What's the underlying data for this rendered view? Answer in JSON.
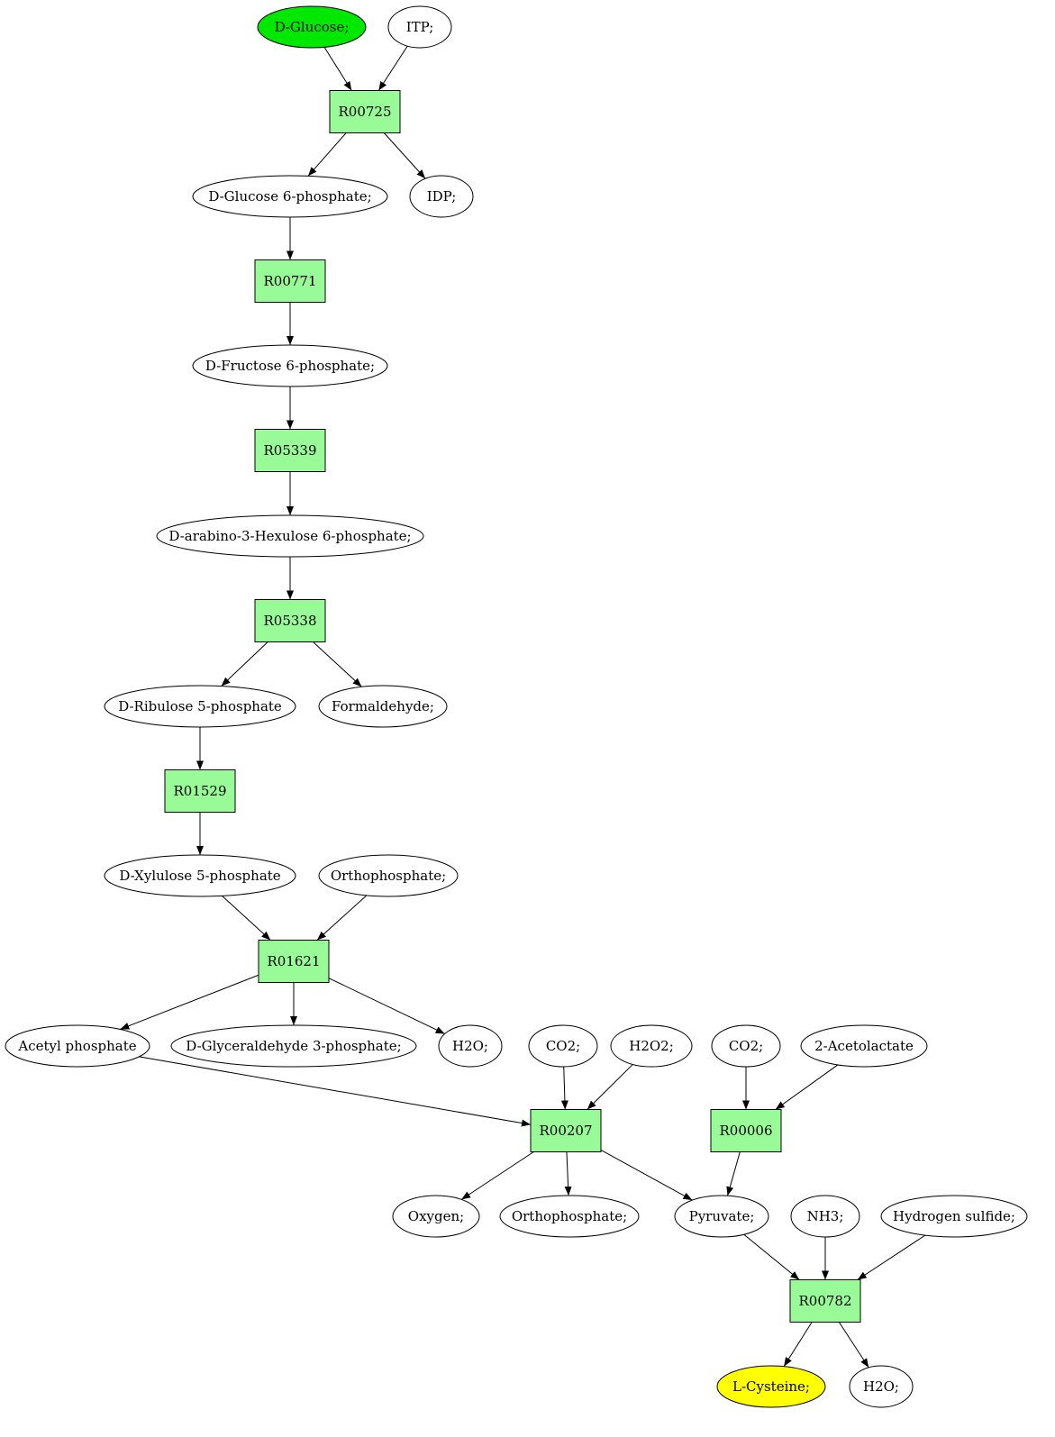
{
  "colors": {
    "compound_fill": "#ffffff",
    "start_fill": "#00e800",
    "target_fill": "#ffff00",
    "reaction_fill": "#98fb98",
    "stroke": "#000000"
  },
  "nodes": [
    {
      "id": "glucose",
      "label": "D-Glucose;",
      "kind": "start"
    },
    {
      "id": "itp",
      "label": "ITP;",
      "kind": "compound"
    },
    {
      "id": "r00725",
      "label": "R00725",
      "kind": "reaction"
    },
    {
      "id": "g6p",
      "label": "D-Glucose 6-phosphate;",
      "kind": "compound"
    },
    {
      "id": "idp",
      "label": "IDP;",
      "kind": "compound"
    },
    {
      "id": "r00771",
      "label": "R00771",
      "kind": "reaction"
    },
    {
      "id": "f6p",
      "label": "D-Fructose 6-phosphate;",
      "kind": "compound"
    },
    {
      "id": "r05339",
      "label": "R05339",
      "kind": "reaction"
    },
    {
      "id": "hex6p",
      "label": "D-arabino-3-Hexulose 6-phosphate;",
      "kind": "compound"
    },
    {
      "id": "r05338",
      "label": "R05338",
      "kind": "reaction"
    },
    {
      "id": "ribulose5p",
      "label": "D-Ribulose 5-phosphate",
      "kind": "compound"
    },
    {
      "id": "formaldehyde",
      "label": "Formaldehyde;",
      "kind": "compound"
    },
    {
      "id": "r01529",
      "label": "R01529",
      "kind": "reaction"
    },
    {
      "id": "xylulose5p",
      "label": "D-Xylulose 5-phosphate",
      "kind": "compound"
    },
    {
      "id": "ortho1",
      "label": "Orthophosphate;",
      "kind": "compound"
    },
    {
      "id": "r01621",
      "label": "R01621",
      "kind": "reaction"
    },
    {
      "id": "acetylp",
      "label": "Acetyl phosphate",
      "kind": "compound"
    },
    {
      "id": "g3p",
      "label": "D-Glyceraldehyde 3-phosphate;",
      "kind": "compound"
    },
    {
      "id": "h2o1",
      "label": "H2O;",
      "kind": "compound"
    },
    {
      "id": "co2a",
      "label": "CO2;",
      "kind": "compound"
    },
    {
      "id": "h2o2",
      "label": "H2O2;",
      "kind": "compound"
    },
    {
      "id": "co2b",
      "label": "CO2;",
      "kind": "compound"
    },
    {
      "id": "acetolactate",
      "label": "2-Acetolactate",
      "kind": "compound"
    },
    {
      "id": "r00207",
      "label": "R00207",
      "kind": "reaction"
    },
    {
      "id": "r00006",
      "label": "R00006",
      "kind": "reaction"
    },
    {
      "id": "oxygen",
      "label": "Oxygen;",
      "kind": "compound"
    },
    {
      "id": "ortho2",
      "label": "Orthophosphate;",
      "kind": "compound"
    },
    {
      "id": "pyruvate",
      "label": "Pyruvate;",
      "kind": "compound"
    },
    {
      "id": "nh3",
      "label": "NH3;",
      "kind": "compound"
    },
    {
      "id": "h2s",
      "label": "Hydrogen sulfide;",
      "kind": "compound"
    },
    {
      "id": "r00782",
      "label": "R00782",
      "kind": "reaction"
    },
    {
      "id": "cysteine",
      "label": "L-Cysteine;",
      "kind": "target"
    },
    {
      "id": "h2o3",
      "label": "H2O;",
      "kind": "compound"
    }
  ],
  "edges": [
    {
      "from": "glucose",
      "to": "r00725"
    },
    {
      "from": "itp",
      "to": "r00725"
    },
    {
      "from": "r00725",
      "to": "g6p"
    },
    {
      "from": "r00725",
      "to": "idp"
    },
    {
      "from": "g6p",
      "to": "r00771"
    },
    {
      "from": "r00771",
      "to": "f6p"
    },
    {
      "from": "f6p",
      "to": "r05339"
    },
    {
      "from": "r05339",
      "to": "hex6p"
    },
    {
      "from": "hex6p",
      "to": "r05338"
    },
    {
      "from": "r05338",
      "to": "ribulose5p"
    },
    {
      "from": "r05338",
      "to": "formaldehyde"
    },
    {
      "from": "ribulose5p",
      "to": "r01529"
    },
    {
      "from": "r01529",
      "to": "xylulose5p"
    },
    {
      "from": "xylulose5p",
      "to": "r01621"
    },
    {
      "from": "ortho1",
      "to": "r01621"
    },
    {
      "from": "r01621",
      "to": "acetylp"
    },
    {
      "from": "r01621",
      "to": "g3p"
    },
    {
      "from": "r01621",
      "to": "h2o1"
    },
    {
      "from": "acetylp",
      "to": "r00207"
    },
    {
      "from": "co2a",
      "to": "r00207"
    },
    {
      "from": "h2o2",
      "to": "r00207"
    },
    {
      "from": "co2b",
      "to": "r00006"
    },
    {
      "from": "acetolactate",
      "to": "r00006"
    },
    {
      "from": "r00207",
      "to": "oxygen"
    },
    {
      "from": "r00207",
      "to": "ortho2"
    },
    {
      "from": "r00207",
      "to": "pyruvate"
    },
    {
      "from": "r00006",
      "to": "pyruvate"
    },
    {
      "from": "pyruvate",
      "to": "r00782"
    },
    {
      "from": "nh3",
      "to": "r00782"
    },
    {
      "from": "h2s",
      "to": "r00782"
    },
    {
      "from": "r00782",
      "to": "cysteine"
    },
    {
      "from": "r00782",
      "to": "h2o3"
    }
  ]
}
